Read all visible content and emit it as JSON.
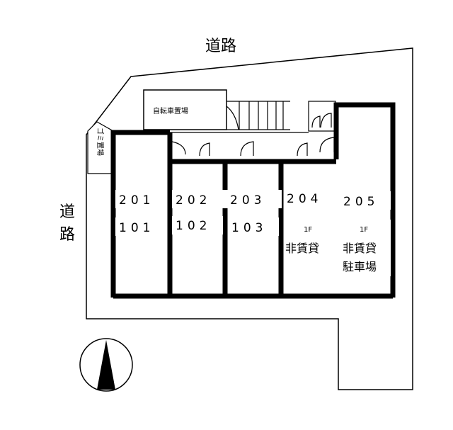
{
  "roads": {
    "top": "道路",
    "left_1": "道",
    "left_2": "路"
  },
  "facilities": {
    "bicycle_parking": "自転車置場",
    "garbage": "ゴミ置場"
  },
  "units": [
    {
      "upper": "201",
      "lower": "101"
    },
    {
      "upper": "202",
      "lower": "102"
    },
    {
      "upper": "203",
      "lower": "103"
    },
    {
      "upper": "204",
      "floor": "1F",
      "note": "非賃貸"
    },
    {
      "upper": "205",
      "floor": "1F",
      "note": "非賃貸",
      "note2": "駐車場"
    }
  ],
  "compass": "north-arrow"
}
